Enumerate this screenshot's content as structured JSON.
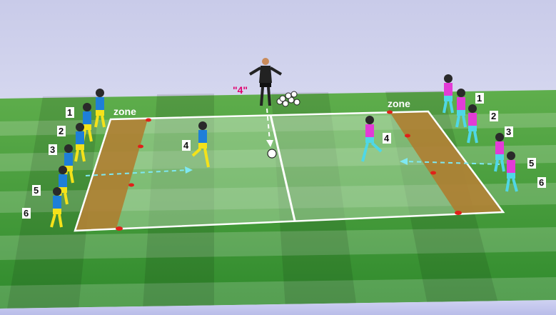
{
  "scene": {
    "coach_call": "\"4\"",
    "zone_labels": [
      "zone",
      "zone"
    ],
    "blue_team": {
      "numbers": [
        "1",
        "2",
        "3",
        "5",
        "6"
      ],
      "runner_number": "4",
      "shirt_color": "#1e7fd8",
      "shorts_color": "#f4e21a"
    },
    "pink_team": {
      "numbers": [
        "1",
        "2",
        "3",
        "5",
        "6"
      ],
      "runner_number": "4",
      "shirt_color": "#e23bd6",
      "shorts_color": "#4fd7e6"
    },
    "colors": {
      "pitch": "#3f9a3a",
      "field_lines": "#ffffff",
      "zone_fill": "#b07a2c",
      "cone": "#e0201a",
      "arrow": "#7ee8f2"
    },
    "icons": [
      "coach-icon",
      "ball-icon",
      "cone-icon",
      "arrow-icon",
      "player-icon"
    ]
  }
}
